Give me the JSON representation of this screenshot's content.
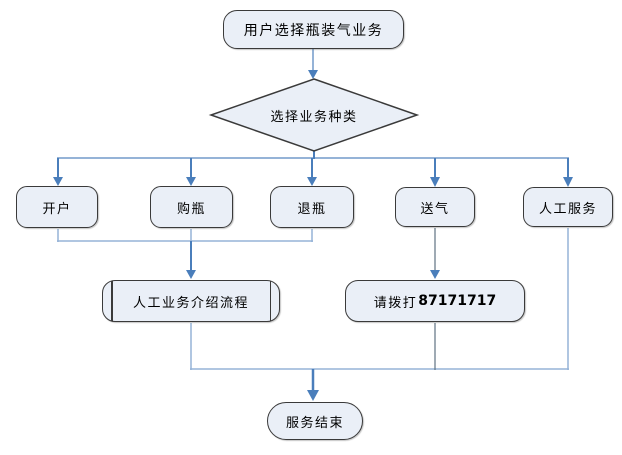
{
  "colors": {
    "node_fill": "#eaeff7",
    "node_border": "#3a3a3a",
    "arrow_blue": "#4a7ebb",
    "line_light_blue": "#95b3d7",
    "line_gray": "#5f7282",
    "text": "#000000"
  },
  "flowchart": {
    "start": {
      "label": "用户选择瓶装气业务"
    },
    "decision": {
      "label": "选择业务种类"
    },
    "options": [
      {
        "label": "开户"
      },
      {
        "label": "购瓶"
      },
      {
        "label": "退瓶"
      },
      {
        "label": "送气"
      },
      {
        "label": "人工服务"
      }
    ],
    "manual_process": {
      "label": "人工业务介绍流程"
    },
    "phone": {
      "prefix": "请拨打",
      "number": "87171717"
    },
    "end": {
      "label": "服务结束"
    }
  }
}
